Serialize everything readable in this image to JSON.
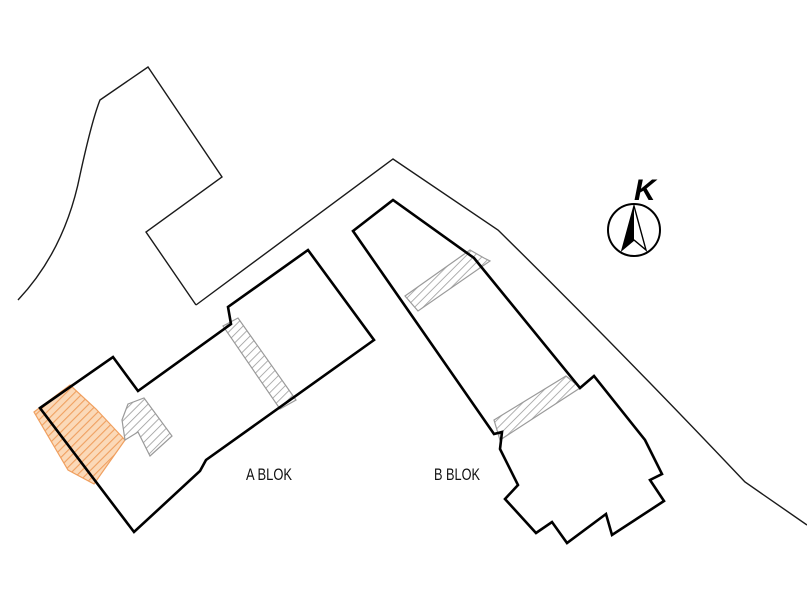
{
  "labels": {
    "block_a": "A BLOK",
    "block_b": "B BLOK",
    "north": "K"
  },
  "colors": {
    "outline": "#000000",
    "site_boundary": "#1a1a1a",
    "hatch_gray": "#9a9a9a",
    "hatch_orange": "#f0a060"
  },
  "icons": {
    "north_arrow": "compass-north-arrow-icon"
  }
}
